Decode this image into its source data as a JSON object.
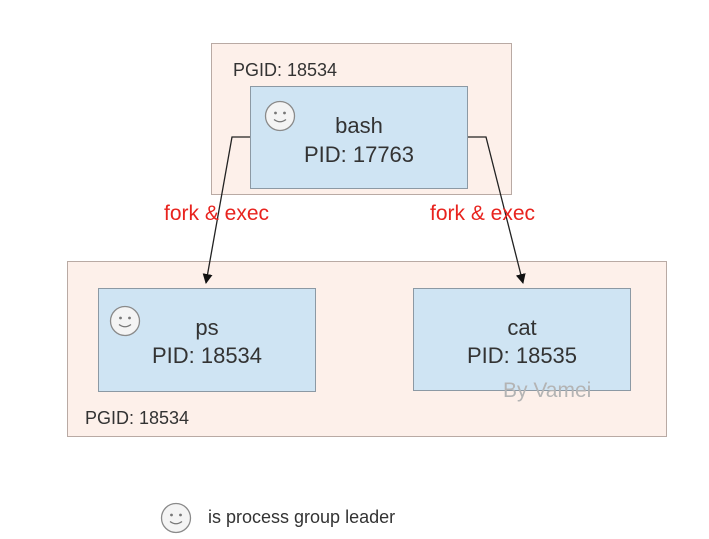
{
  "top_group": {
    "pgid_label": "PGID: 18534"
  },
  "bottom_group": {
    "pgid_label": "PGID: 18534"
  },
  "processes": [
    {
      "name": "bash",
      "pid": "PID: 17763",
      "leader": true
    },
    {
      "name": "ps",
      "pid": "PID: 18534",
      "leader": true
    },
    {
      "name": "cat",
      "pid": "PID: 18535",
      "leader": false
    }
  ],
  "edges": [
    {
      "from": "bash",
      "to": "ps",
      "label": "fork & exec"
    },
    {
      "from": "bash",
      "to": "cat",
      "label": "fork & exec"
    }
  ],
  "watermark": "By Vamei",
  "legend": {
    "icon": "smiley-face-icon",
    "text": "is process group leader"
  }
}
